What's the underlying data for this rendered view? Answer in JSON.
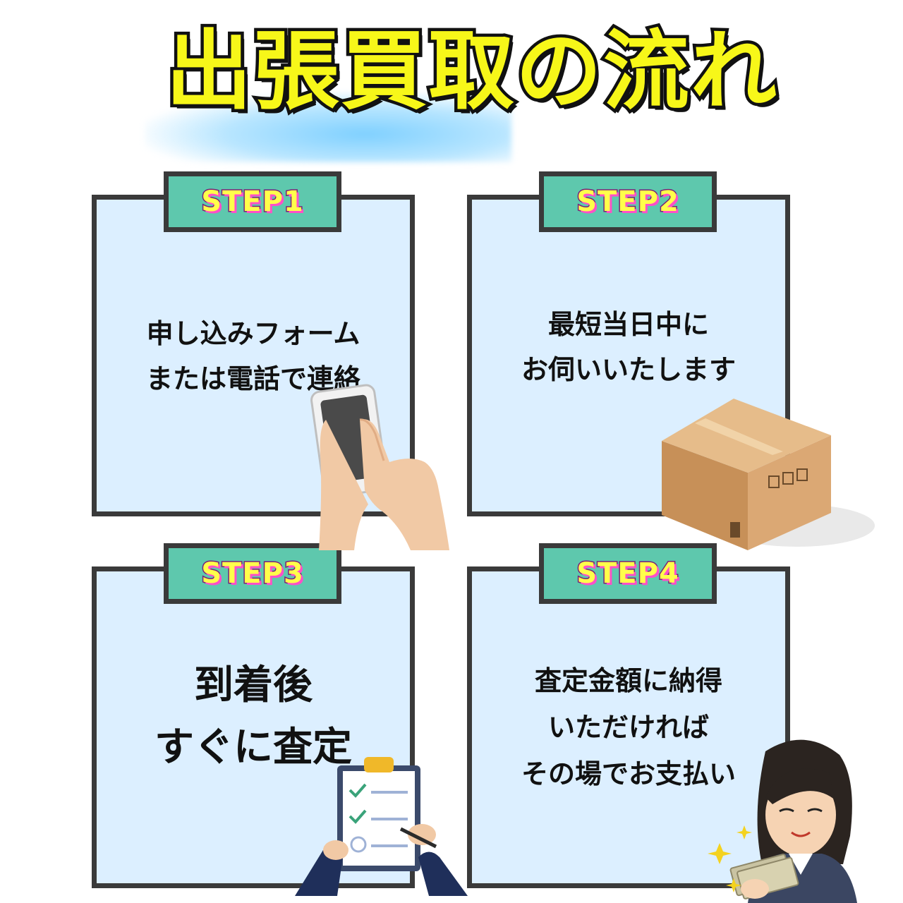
{
  "title": "出張買取の流れ",
  "steps": [
    {
      "label": "STEP1",
      "lines": [
        "申し込みフォーム",
        "または電話で連絡"
      ]
    },
    {
      "label": "STEP2",
      "lines": [
        "最短当日中に",
        "お伺いいたします"
      ]
    },
    {
      "label": "STEP3",
      "lines": [
        "到着後",
        "すぐに査定"
      ]
    },
    {
      "label": "STEP4",
      "lines": [
        "査定金額に納得",
        "いただければ",
        "その場でお支払い"
      ]
    }
  ],
  "colors": {
    "card_bg": "#dcefff",
    "tab_bg": "#5ec8ad",
    "title_fill": "#f7f719",
    "border": "#3a3a3a"
  },
  "icons": [
    "smartphone-hand-icon",
    "cardboard-box-icon",
    "clipboard-checklist-icon",
    "woman-with-money-icon"
  ]
}
